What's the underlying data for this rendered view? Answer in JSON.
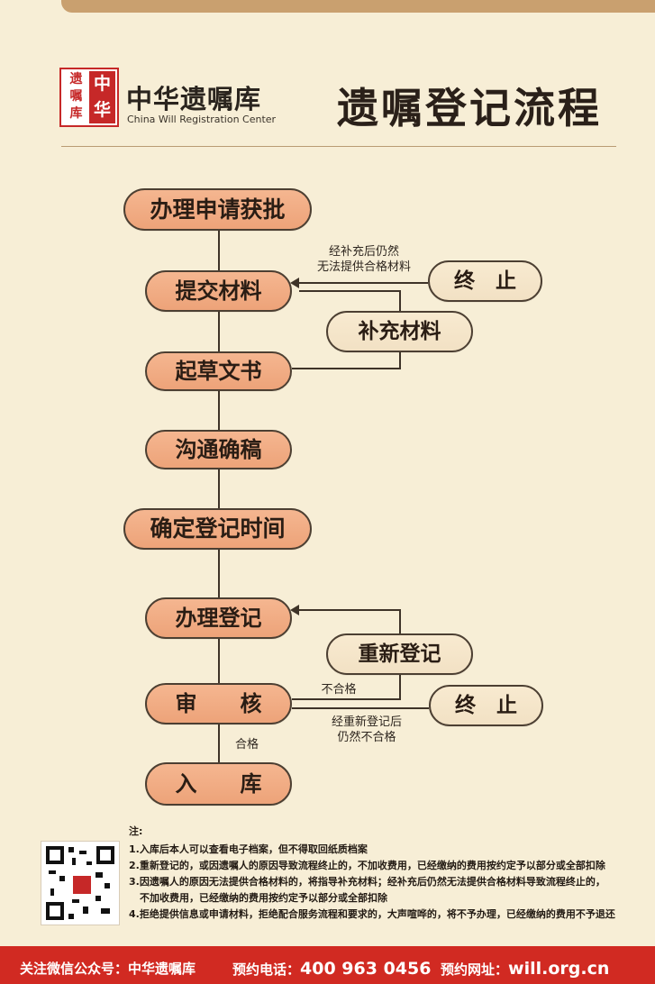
{
  "header": {
    "seal_left": [
      "遗",
      "嘱",
      "库"
    ],
    "seal_right": [
      "中",
      "华"
    ],
    "brand_cn": "中华遗嘱库",
    "brand_en": "China Will Registration Center",
    "title": "遗嘱登记流程"
  },
  "flow": {
    "step1": "办理申请获批",
    "step2": "提交材料",
    "step3": "起草文书",
    "step4": "沟通确稿",
    "step5": "确定登记时间",
    "step6": "办理登记",
    "step7": "审　　核",
    "step8": "入　　库",
    "side_terminate1": "终　止",
    "side_supplement": "补充材料",
    "side_reregister": "重新登记",
    "side_terminate2": "终　止",
    "label_supp_fail_1": "经补充后仍然",
    "label_supp_fail_2": "无法提供合格材料",
    "label_fail": "不合格",
    "label_rereg_fail_1": "经重新登记后",
    "label_rereg_fail_2": "仍然不合格",
    "label_pass": "合格"
  },
  "notes": {
    "heading": "注:",
    "items": [
      "1.入库后本人可以查看电子档案，但不得取回纸质档案",
      "2.重新登记的，或因遗嘱人的原因导致流程终止的，不加收费用，已经缴纳的费用按约定予以部分或全部扣除",
      "3.因遗嘱人的原因无法提供合格材料的，将指导补充材料；经补充后仍然无法提供合格材料导致流程终止的，",
      "不加收费用，已经缴纳的费用按约定予以部分或全部扣除",
      "4.拒绝提供信息或申请材料，拒绝配合服务流程和要求的，大声喧哗的，将不予办理，已经缴纳的费用不予退还"
    ]
  },
  "footer": {
    "wechat_label": "关注微信公众号：",
    "wechat_value": "中华遗嘱库",
    "phone_label": "预约电话：",
    "phone_value": "400 963 0456",
    "web_label": "预约网址：",
    "web_value": "will.org.cn"
  }
}
